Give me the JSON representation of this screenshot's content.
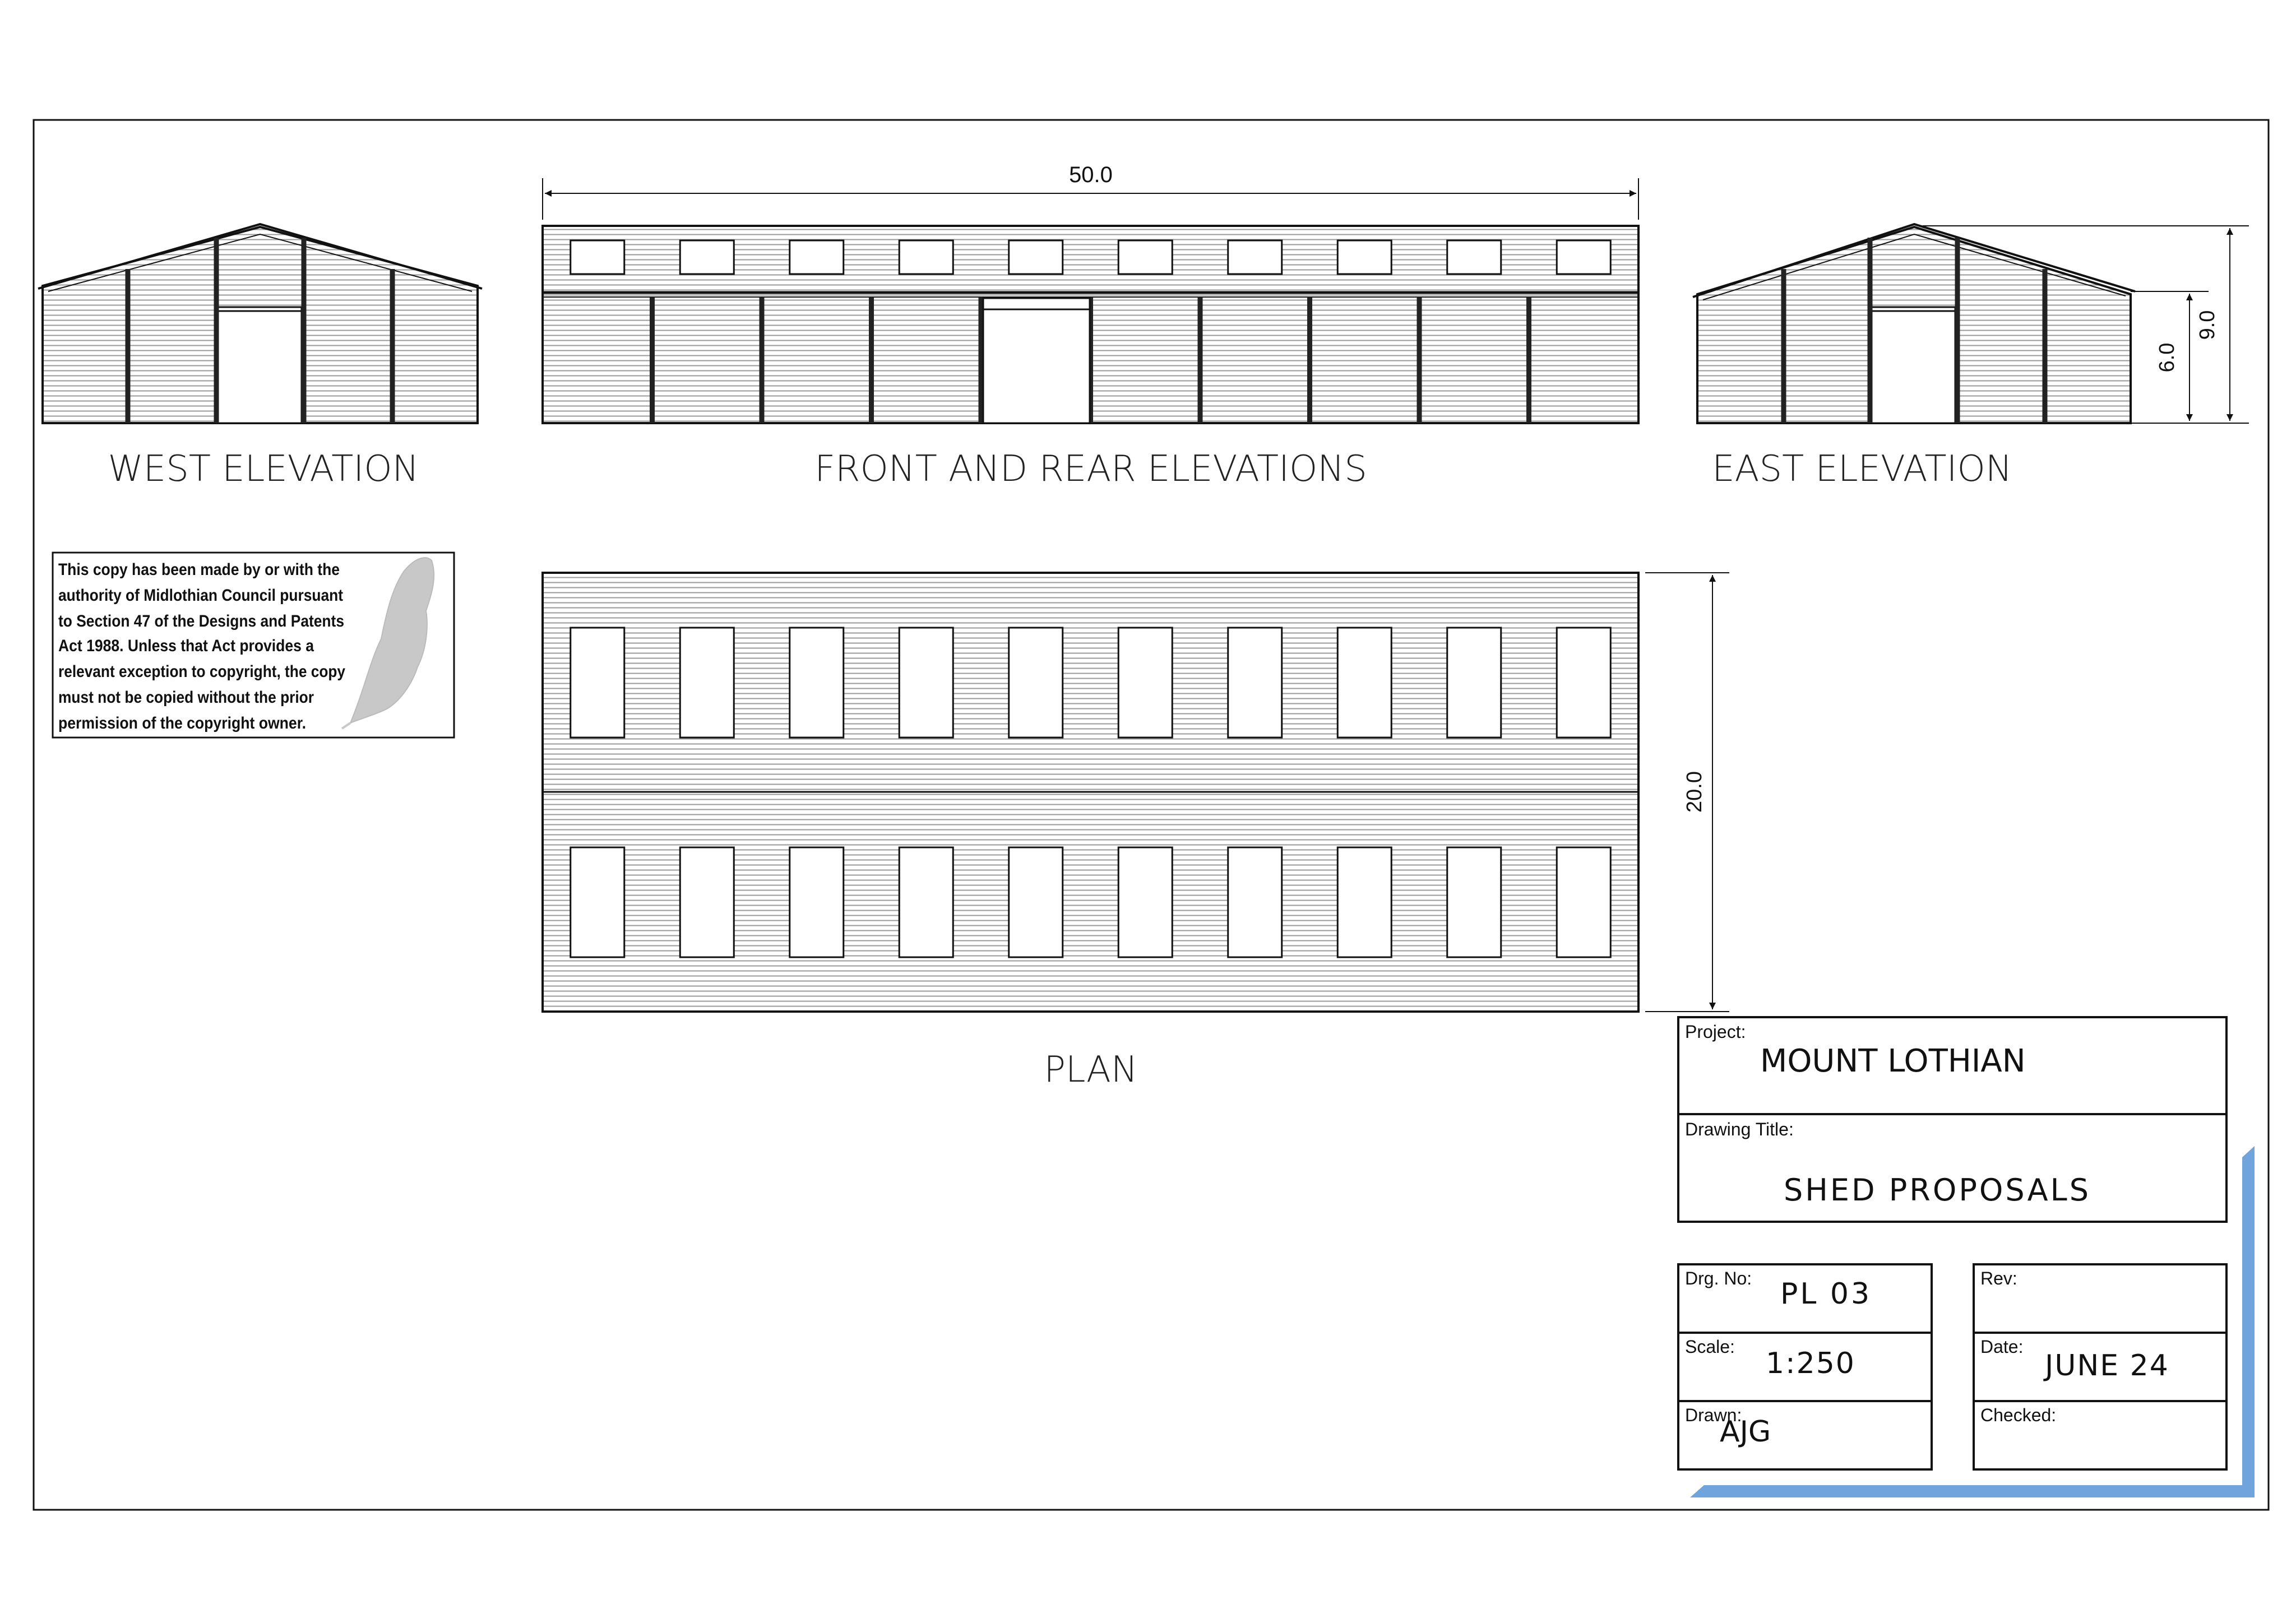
{
  "views": {
    "west_label": "WEST ELEVATION",
    "front_label": "FRONT AND REAR ELEVATIONS",
    "east_label": "EAST ELEVATION",
    "plan_label": "PLAN"
  },
  "dimensions": {
    "length": "50.0",
    "width": "20.0",
    "eaves_height": "6.0",
    "ridge_height": "9.0"
  },
  "copyright_notice": {
    "lines": [
      "This copy has been made by or with the",
      "authority of Midlothian Council pursuant",
      "to Section 47 of the Designs and Patents",
      "Act 1988. Unless that Act provides a",
      "relevant exception to copyright, the copy",
      "must not be copied without the prior",
      "permission of the copyright owner."
    ]
  },
  "title_block": {
    "project_label": "Project:",
    "project_value": "MOUNT LOTHIAN",
    "drawing_title_label": "Drawing Title:",
    "drawing_title_value": "SHED PROPOSALS",
    "drg_no_label": "Drg. No:",
    "drg_no_value": "PL 03",
    "rev_label": "Rev:",
    "rev_value": "",
    "scale_label": "Scale:",
    "scale_value": "1:250",
    "date_label": "Date:",
    "date_value": "JUNE 24",
    "drawn_label": "Drawn:",
    "drawn_value": "AJG",
    "checked_label": "Checked:",
    "checked_value": ""
  },
  "colors": {
    "line": "#111111",
    "hatch": "#9a9a9a",
    "accent_blue": "#6fa4dc",
    "leaf_grey": "#c8c8c8"
  }
}
